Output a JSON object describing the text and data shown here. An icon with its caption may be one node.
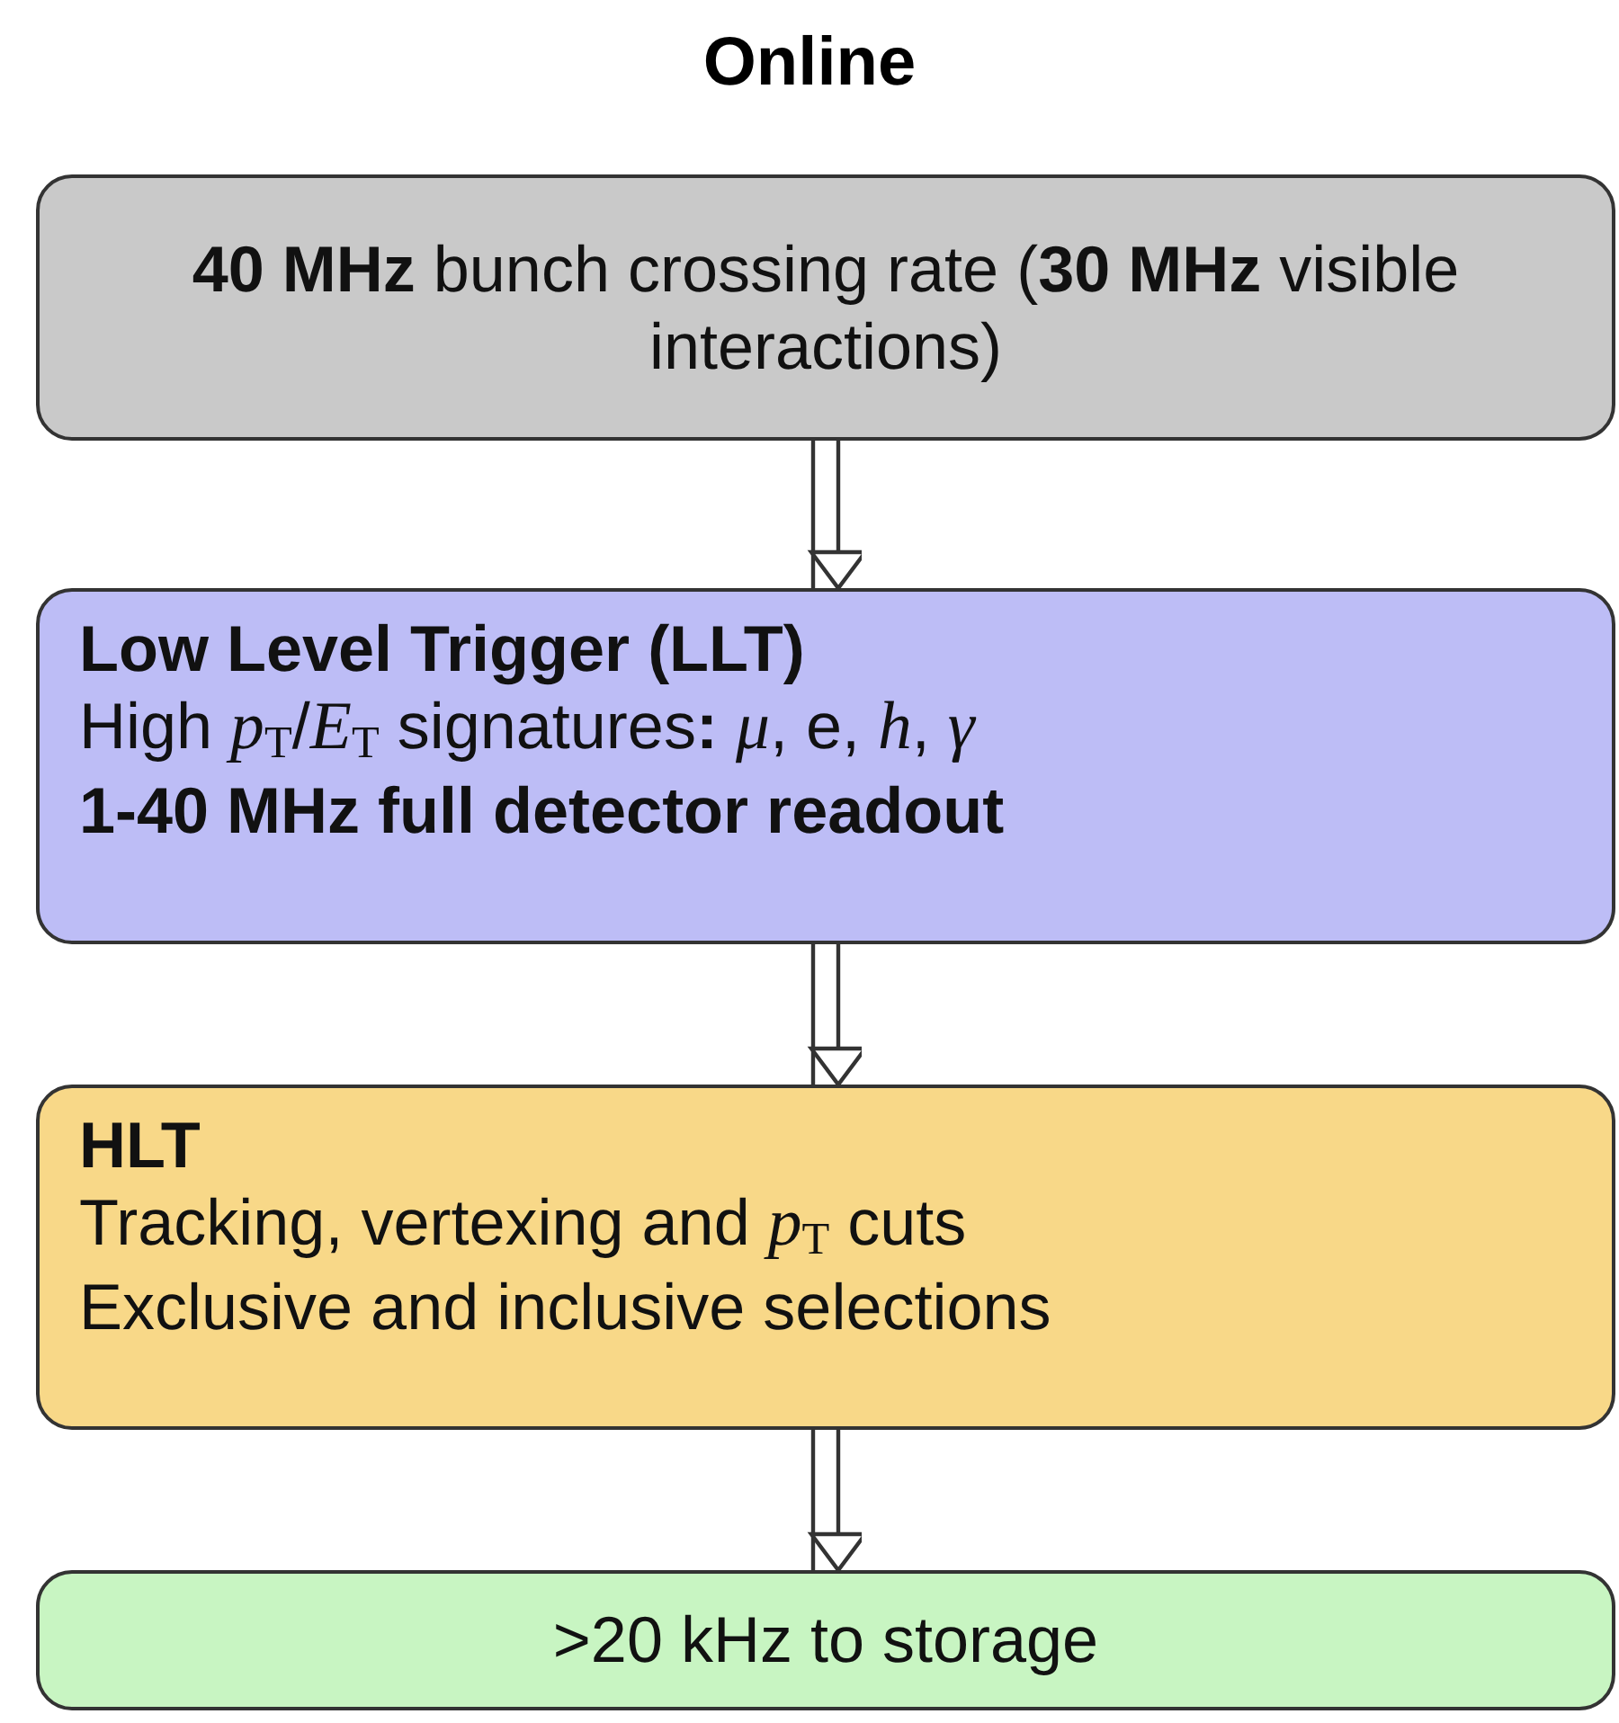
{
  "diagram": {
    "title": "Online",
    "nodes": [
      {
        "text": [
          "**40 MHz** bunch crossing rate (**30 MHz** visible interactions)"
        ]
      },
      {
        "text": [
          "Low Level Trigger (LLT)",
          "High *p*$_{T}$/*E*$_{T}$ signatures**:** *μ*, e, *h*, *γ*",
          "1-40 MHz full detector readout"
        ]
      },
      {
        "text": [
          "HLT",
          "Tracking, vertexing and *p*$_{T}$ cuts",
          "Exclusive and inclusive selections"
        ]
      },
      {
        "text": [
          ">20 kHz to storage"
        ]
      }
    ],
    "edges": [
      {
        "from": 0,
        "to": 1,
        "arrow": "to"
      },
      {
        "from": 1,
        "to": 2,
        "arrow": "to"
      },
      {
        "from": 2,
        "to": 3,
        "arrow": "to"
      }
    ]
  }
}
